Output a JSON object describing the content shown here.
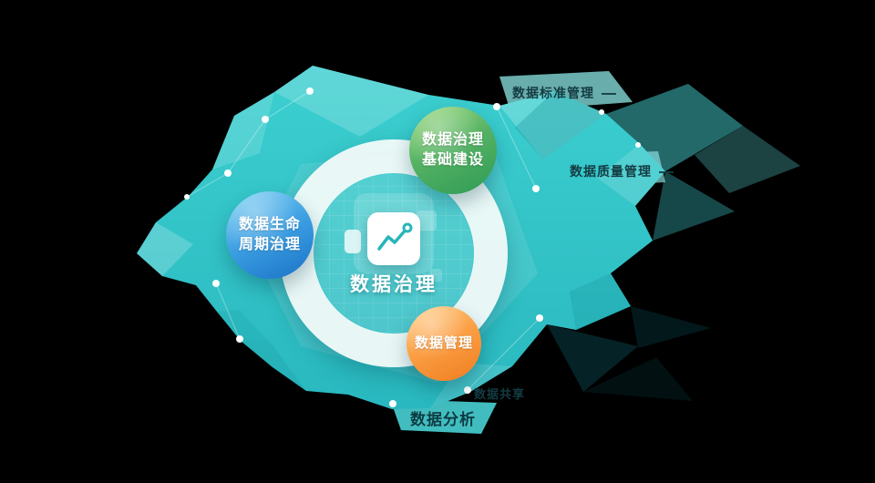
{
  "center": {
    "label": "数据治理",
    "icon": "line-chart-icon"
  },
  "nodes": [
    {
      "id": "foundation",
      "line1": "数据治理",
      "line2": "基础建设",
      "color": "#35a257"
    },
    {
      "id": "lifecycle",
      "line1": "数据生命",
      "line2": "周期治理",
      "color": "#1e7fd0"
    },
    {
      "id": "management",
      "line1": "数据管理",
      "line2": "",
      "color": "#f5822d"
    }
  ],
  "floating_labels": [
    {
      "id": "data-standard",
      "text": "数据标准管理"
    },
    {
      "id": "data-quality",
      "text": "数据质量管理"
    },
    {
      "id": "data-sharing",
      "text": "数据共享"
    },
    {
      "id": "data-analysis",
      "text": "数据分析"
    }
  ],
  "colors": {
    "blob": "#2fc6c8",
    "ring": "#f1faf8",
    "label_dark": "#143c43",
    "background": "#000000"
  }
}
